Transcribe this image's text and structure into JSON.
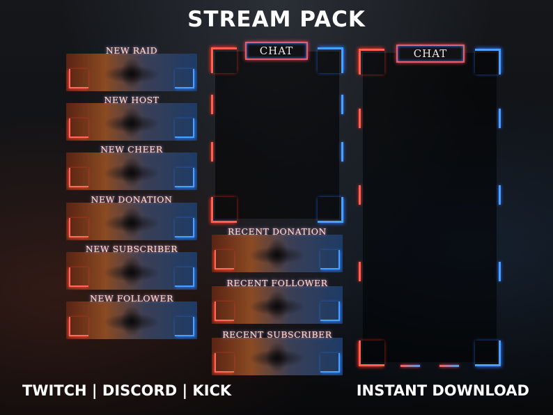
{
  "header": {
    "title": "STREAM PACK"
  },
  "alerts": [
    {
      "label": "NEW RAID"
    },
    {
      "label": "NEW HOST"
    },
    {
      "label": "NEW CHEER"
    },
    {
      "label": "NEW DONATION"
    },
    {
      "label": "NEW SUBSCRIBER"
    },
    {
      "label": "NEW FOLLOWER"
    }
  ],
  "recent": [
    {
      "label": "RECENT DONATION"
    },
    {
      "label": "RECENT FOLLOWER"
    },
    {
      "label": "RECENT SUBSCRIBER"
    }
  ],
  "chat_frames": [
    {
      "label": "CHAT"
    },
    {
      "label": "CHAT"
    }
  ],
  "footer": {
    "left": "TWITCH | DISCORD | KICK",
    "right": "INSTANT DOWNLOAD"
  },
  "colors": {
    "glow_red": "#ff6050",
    "glow_blue": "#4aa0ff",
    "text": "#ffffff"
  }
}
